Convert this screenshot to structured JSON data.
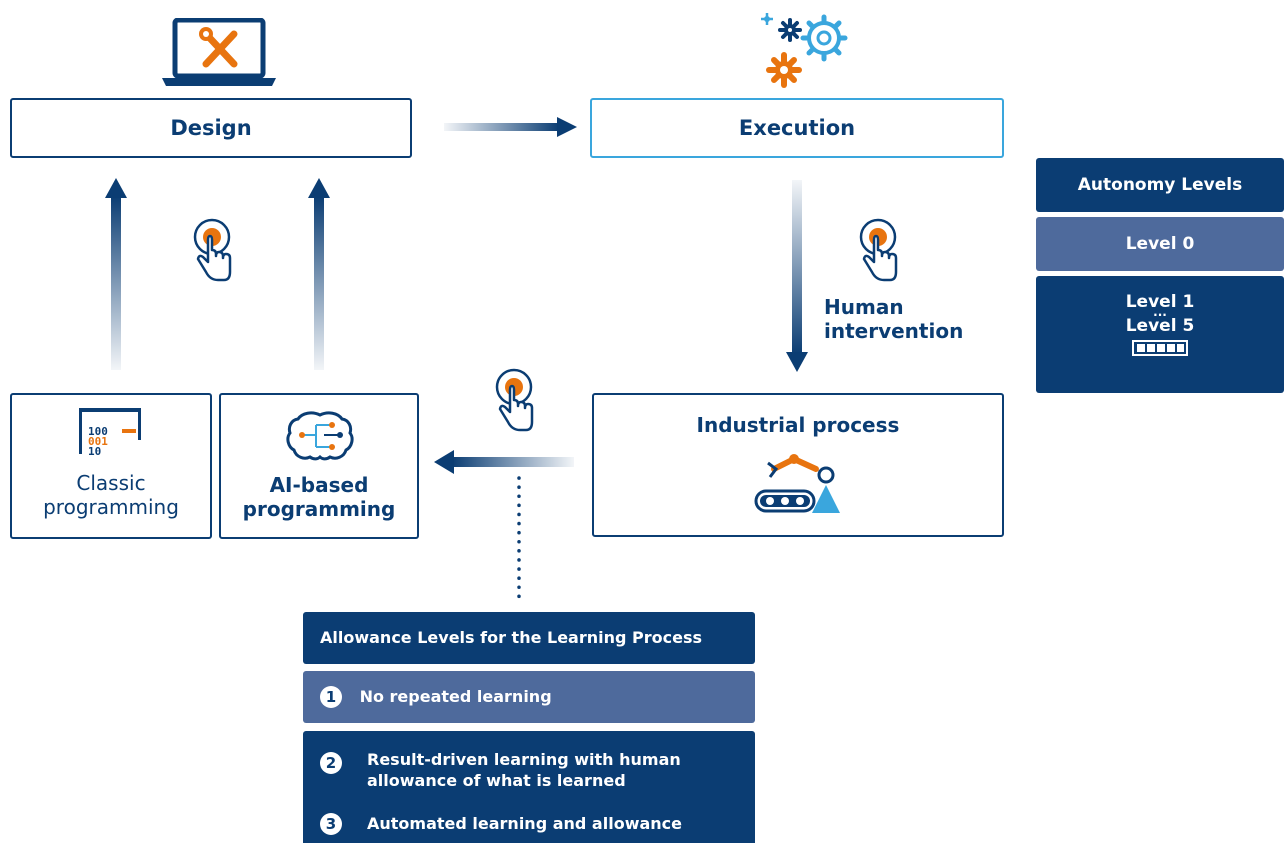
{
  "design": {
    "label": "Design"
  },
  "execution": {
    "label": "Execution"
  },
  "human_intervention": {
    "line1": "Human",
    "line2": "intervention"
  },
  "autonomy": {
    "title": "Autonomy Levels",
    "level0": "Level 0",
    "level1": "Level 1",
    "ellipsis": "...",
    "level5": "Level 5"
  },
  "classic": {
    "line1": "Classic",
    "line2": "programming",
    "code1": "100",
    "code2": "001",
    "code3": "10"
  },
  "ai": {
    "line1": "AI-based",
    "line2": "programming"
  },
  "industrial": {
    "label": "Industrial process"
  },
  "allowance": {
    "title": "Allowance Levels for the Learning Process",
    "items": [
      {
        "num": "1",
        "text": "No repeated learning"
      },
      {
        "num": "2",
        "line1": "Result-driven learning with human",
        "line2": "allowance of what is learned"
      },
      {
        "num": "3",
        "text": "Automated learning and allowance"
      }
    ]
  },
  "colors": {
    "navy": "#0b3d73",
    "mid": "#4e6a9c",
    "light_blue": "#3aa6dd",
    "orange": "#e8740f"
  }
}
